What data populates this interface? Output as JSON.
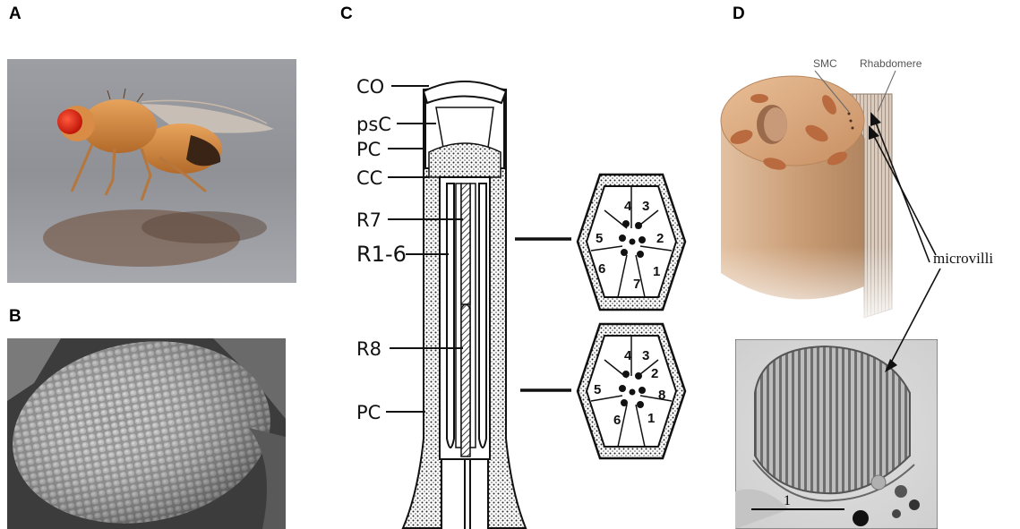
{
  "panels": {
    "a": {
      "label": "A"
    },
    "b": {
      "label": "B"
    },
    "c": {
      "label": "C"
    },
    "d": {
      "label": "D"
    }
  },
  "ommatidium": {
    "labels": {
      "co": "CO",
      "psc": "psC",
      "pc_top": "PC",
      "cc": "CC",
      "r7": "R7",
      "r16": "R1-6",
      "r8": "R8",
      "pc_bottom": "PC"
    },
    "upper_section": {
      "cells": [
        "1",
        "2",
        "3",
        "4",
        "5",
        "6",
        "7"
      ]
    },
    "lower_section": {
      "cells": [
        "1",
        "2",
        "3",
        "4",
        "5",
        "6",
        "8"
      ]
    }
  },
  "photoreceptor": {
    "smc": "SMC",
    "rhabdomere": "Rhabdomere",
    "microvilli": "microvilli",
    "scale": "1"
  }
}
